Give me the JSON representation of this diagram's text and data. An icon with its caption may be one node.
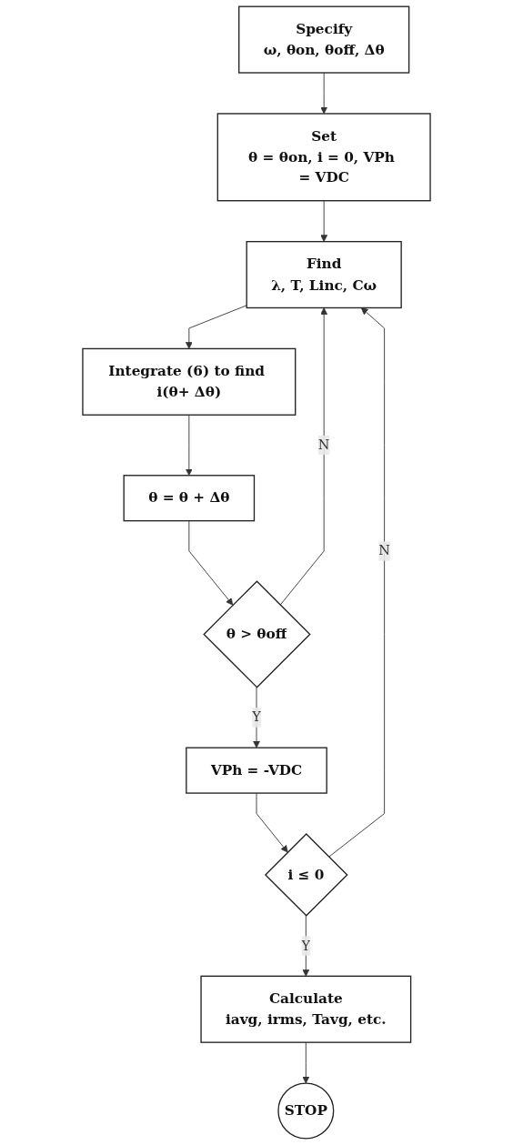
{
  "diagram": {
    "nodes": [
      {
        "text": [
          "Specify",
          "ω, θon, θoff, Δθ"
        ]
      },
      {
        "text": [
          "Set",
          "θ = θon, i = 0, VPh = VDC"
        ]
      },
      {
        "text": [
          "Find",
          "λ, T, Linc, Cω"
        ]
      },
      {
        "text": [
          "Integrate (6) to find i(θ+ Δθ)"
        ]
      },
      {
        "text": [
          "θ = θ + Δθ"
        ]
      },
      {
        "text": [
          "θ > θoff"
        ]
      },
      {
        "text": [
          "VPh = -VDC"
        ]
      },
      {
        "text": [
          "i ≤ 0"
        ]
      },
      {
        "text": [
          "Calculate",
          "iavg, irms, Tavg, etc."
        ]
      },
      {
        "text": [
          "STOP"
        ]
      }
    ],
    "edges": [
      {
        "from": 0,
        "to": 1,
        "arrow": "to"
      },
      {
        "from": 1,
        "to": 2,
        "arrow": "to"
      },
      {
        "from": 2,
        "to": 3,
        "arrow": "to"
      },
      {
        "from": 3,
        "to": 4,
        "arrow": "to"
      },
      {
        "from": 4,
        "to": 5,
        "arrow": "to"
      },
      {
        "from": 5,
        "to": 2,
        "label": "N",
        "arrow": "to"
      },
      {
        "from": 5,
        "to": 6,
        "label": "Y",
        "arrow": "to"
      },
      {
        "from": 6,
        "to": 7,
        "arrow": "to"
      },
      {
        "from": 7,
        "to": 2,
        "label": "N",
        "arrow": "to"
      },
      {
        "from": 7,
        "to": 8,
        "label": "Y",
        "arrow": "to"
      },
      {
        "from": 8,
        "to": 9,
        "arrow": "to"
      }
    ]
  }
}
